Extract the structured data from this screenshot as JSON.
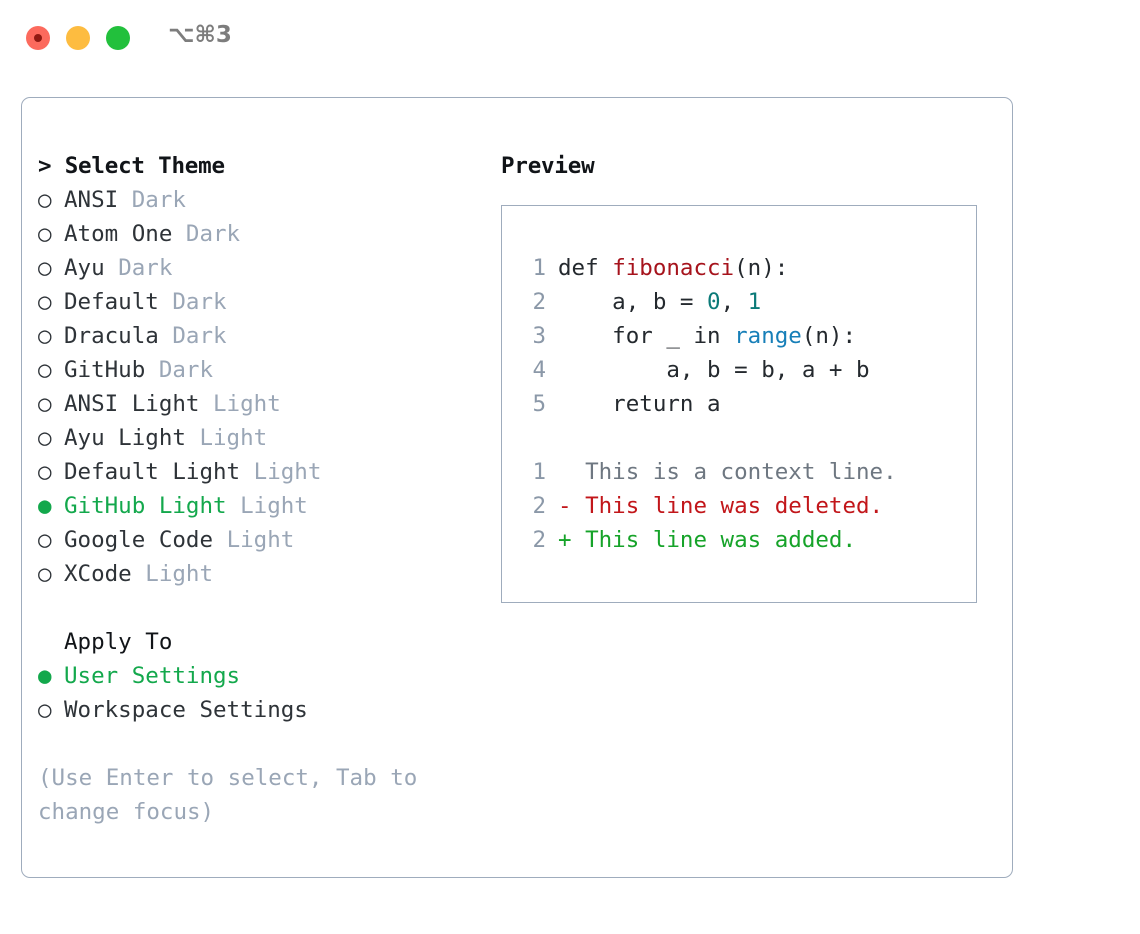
{
  "titlebar": {
    "shortcut": "⌥⌘3",
    "buttons": {
      "close": "close-button",
      "minimize": "minimize-button",
      "maximize": "maximize-button"
    }
  },
  "theme_list": {
    "header": "> Select Theme",
    "items": [
      {
        "marker": "○",
        "label": "ANSI",
        "tag": "Dark",
        "selected": false
      },
      {
        "marker": "○",
        "label": "Atom One",
        "tag": "Dark",
        "selected": false
      },
      {
        "marker": "○",
        "label": "Ayu",
        "tag": "Dark",
        "selected": false
      },
      {
        "marker": "○",
        "label": "Default",
        "tag": "Dark",
        "selected": false
      },
      {
        "marker": "○",
        "label": "Dracula",
        "tag": "Dark",
        "selected": false
      },
      {
        "marker": "○",
        "label": "GitHub",
        "tag": "Dark",
        "selected": false
      },
      {
        "marker": "○",
        "label": "ANSI Light",
        "tag": "Light",
        "selected": false
      },
      {
        "marker": "○",
        "label": "Ayu Light",
        "tag": "Light",
        "selected": false
      },
      {
        "marker": "○",
        "label": "Default Light",
        "tag": "Light",
        "selected": false
      },
      {
        "marker": "●",
        "label": "GitHub Light",
        "tag": "Light",
        "selected": true
      },
      {
        "marker": "○",
        "label": "Google Code",
        "tag": "Light",
        "selected": false
      },
      {
        "marker": "○",
        "label": "XCode",
        "tag": "Light",
        "selected": false
      }
    ]
  },
  "apply_to": {
    "header": "Apply To",
    "items": [
      {
        "marker": "●",
        "label": "User Settings",
        "selected": true
      },
      {
        "marker": "○",
        "label": "Workspace Settings",
        "selected": false
      }
    ]
  },
  "hint": "(Use Enter to select, Tab to change focus)",
  "preview": {
    "title": "Preview",
    "code_lines": [
      {
        "num": "1",
        "seg": [
          {
            "t": "def ",
            "c": "plain"
          },
          {
            "t": "fibonacci",
            "c": "fn"
          },
          {
            "t": "(n):",
            "c": "plain"
          }
        ]
      },
      {
        "num": "2",
        "seg": [
          {
            "t": "    a, b = ",
            "c": "plain"
          },
          {
            "t": "0",
            "c": "num"
          },
          {
            "t": ", ",
            "c": "plain"
          },
          {
            "t": "1",
            "c": "num"
          }
        ]
      },
      {
        "num": "3",
        "seg": [
          {
            "t": "    for _ in ",
            "c": "plain"
          },
          {
            "t": "range",
            "c": "call"
          },
          {
            "t": "(n):",
            "c": "plain"
          }
        ]
      },
      {
        "num": "4",
        "seg": [
          {
            "t": "        a, b = b, a + b",
            "c": "plain"
          }
        ]
      },
      {
        "num": "5",
        "seg": [
          {
            "t": "    return a",
            "c": "plain"
          }
        ]
      }
    ],
    "diff_lines": [
      {
        "num": "1",
        "prefix": "  ",
        "text": "This is a context line.",
        "kind": "context"
      },
      {
        "num": "2",
        "prefix": "- ",
        "text": "This line was deleted.",
        "kind": "deleted"
      },
      {
        "num": "2",
        "prefix": "+ ",
        "text": "This line was added.",
        "kind": "added"
      }
    ]
  },
  "colors": {
    "selected_green": "#13a84c",
    "muted_tag": "#9aa6b6",
    "border": "#9facbd",
    "line_number": "#8b98a8",
    "syntax_function": "#a6131c",
    "syntax_number": "#0b7a78",
    "syntax_call": "#177fb8",
    "diff_context": "#6e7781",
    "diff_deleted": "#c2161a",
    "diff_added": "#16a329",
    "traffic_close": "#fc6a5d",
    "traffic_minimize": "#fdbc40",
    "traffic_maximize": "#22c03c"
  }
}
